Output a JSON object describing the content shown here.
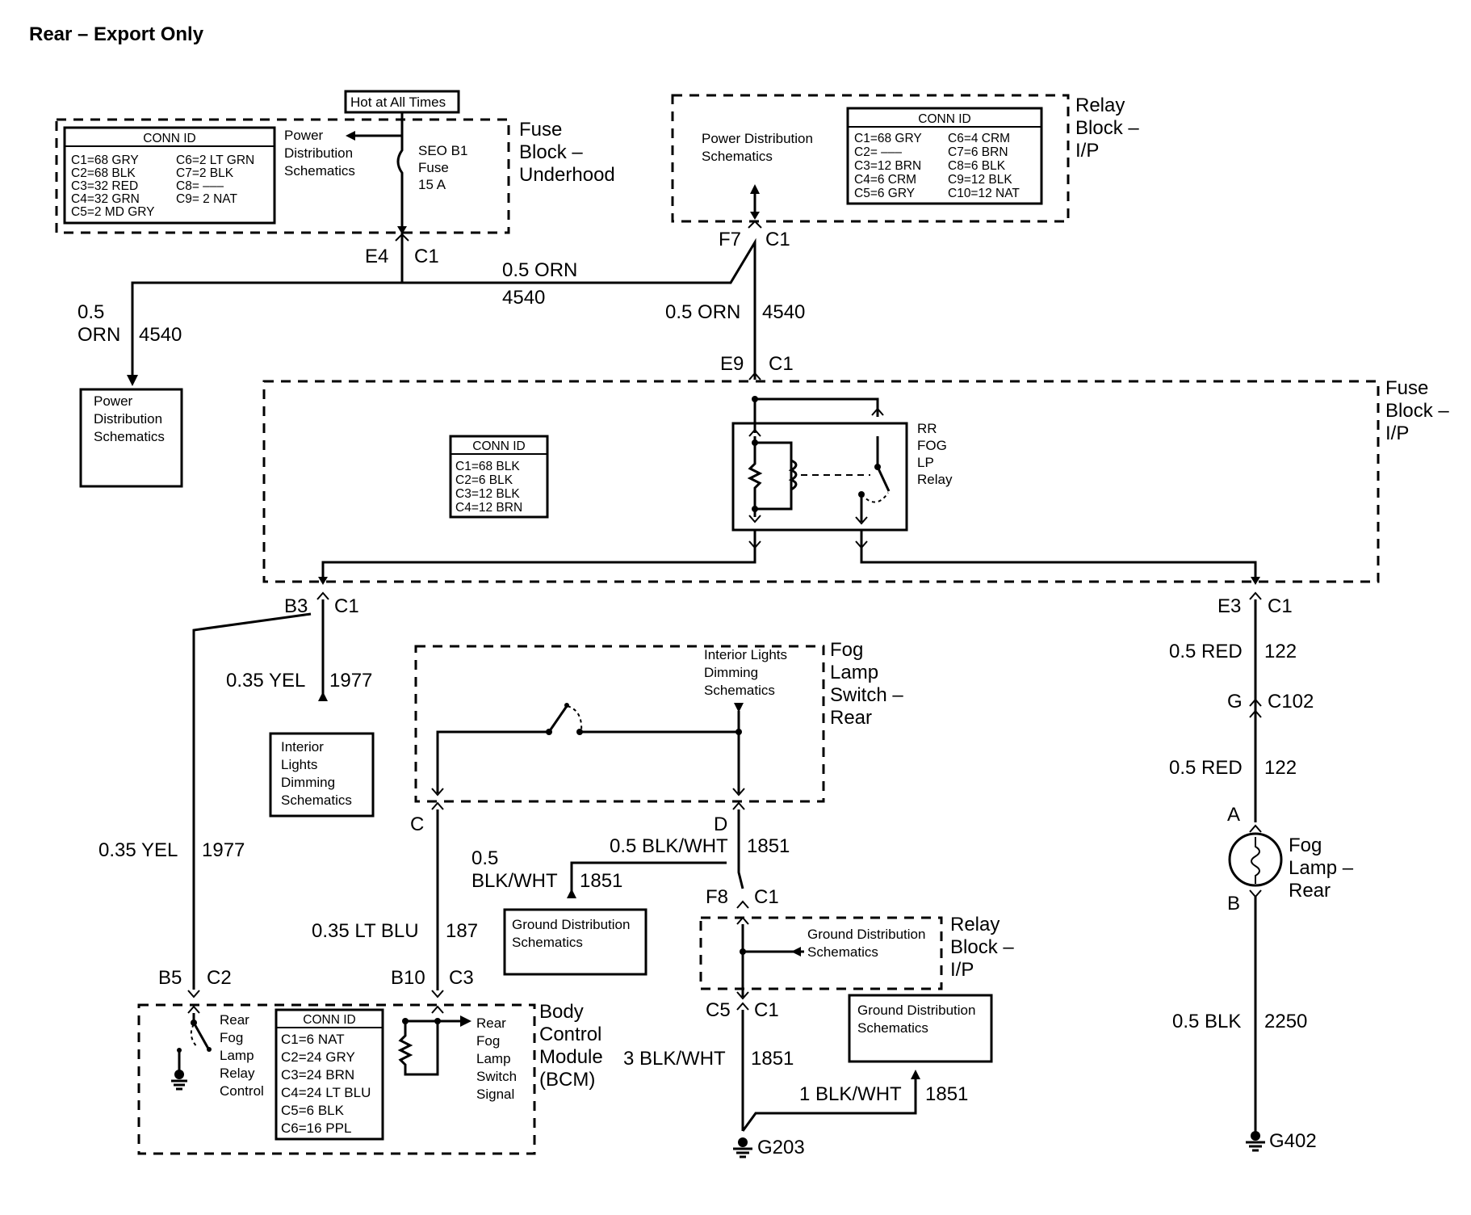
{
  "title": "Rear – Export Only",
  "hot_label": "Hot at All Times",
  "components": {
    "fuse_block_underhood": {
      "name": [
        "Fuse",
        "Block –",
        "Underhood"
      ],
      "conn_id_title": "CONN ID",
      "conn_col1": [
        "C1=68 GRY",
        "C2=68 BLK",
        "C3=32 RED",
        "C4=32 GRN",
        "C5=2 MD GRY"
      ],
      "conn_col2": [
        "C6=2 LT GRN",
        "C7=2 BLK",
        "C8= –––",
        "C9= 2 NAT"
      ],
      "pds_label": [
        "Power",
        "Distribution",
        "Schematics"
      ],
      "fuse_label": [
        "SEO B1",
        "Fuse",
        "15 A"
      ]
    },
    "relay_block_ip_top": {
      "name": [
        "Relay",
        "Block –",
        "I/P"
      ],
      "pds_label": [
        "Power Distribution",
        "Schematics"
      ],
      "conn_id_title": "CONN ID",
      "conn_col1": [
        "C1=68 GRY",
        "C2= –––",
        "C3=12 BRN",
        "C4=6 CRM",
        "C5=6 GRY"
      ],
      "conn_col2": [
        "C6=4 CRM",
        "C7=6 BRN",
        "C8=6 BLK",
        "C9=12 BLK",
        "C10=12 NAT"
      ]
    },
    "pds_left": [
      "Power",
      "Distribution",
      "Schematics"
    ],
    "fuse_block_ip": {
      "name": [
        "Fuse",
        "Block –",
        "I/P"
      ],
      "conn_id_title": "CONN ID",
      "conn_list": [
        "C1=68 BLK",
        "C2=6 BLK",
        "C3=12 BLK",
        "C4=12 BRN"
      ],
      "relay_label": [
        "RR",
        "FOG",
        "LP",
        "Relay"
      ]
    },
    "interior_lights_box": [
      "Interior",
      "Lights",
      "Dimming",
      "Schematics"
    ],
    "fog_lamp_switch": {
      "name": [
        "Fog",
        "Lamp",
        "Switch –",
        "Rear"
      ],
      "ild_label": [
        "Interior Lights",
        "Dimming",
        "Schematics"
      ]
    },
    "ground_dist_box1": [
      "Ground Distribution",
      "Schematics"
    ],
    "relay_block_ip_bottom": {
      "name": [
        "Relay",
        "Block –",
        "I/P"
      ],
      "gds_label": [
        "Ground Distribution",
        "Schematics"
      ]
    },
    "ground_dist_box2": [
      "Ground Distribution",
      "Schematics"
    ],
    "bcm": {
      "name": [
        "Body",
        "Control",
        "Module",
        "(BCM)"
      ],
      "relay_ctrl_label": [
        "Rear",
        "Fog",
        "Lamp",
        "Relay",
        "Control"
      ],
      "conn_id_title": "CONN ID",
      "conn_list": [
        "C1=6 NAT",
        "C2=24 GRY",
        "C3=24 BRN",
        "C4=24 LT BLU",
        "C5=6 BLK",
        "C6=16 PPL"
      ],
      "switch_signal_label": [
        "Rear",
        "Fog",
        "Lamp",
        "Switch",
        "Signal"
      ]
    },
    "fog_lamp_rear": [
      "Fog",
      "Lamp –",
      "Rear"
    ]
  },
  "connectors": {
    "e4": "E4",
    "e4_c": "C1",
    "f7": "F7",
    "f7_c": "C1",
    "e9": "E9",
    "e9_c": "C1",
    "b3": "B3",
    "b3_c": "C1",
    "e3": "E3",
    "e3_c": "C1",
    "g": "G",
    "g_c": "C102",
    "a": "A",
    "b": "B",
    "c": "C",
    "d": "D",
    "f8": "F8",
    "f8_c": "C1",
    "c5": "C5",
    "c5_c": "C1",
    "b5": "B5",
    "b5_c": "C2",
    "b10": "B10",
    "b10_c": "C3"
  },
  "wires": {
    "w1_gauge": "0.5 ORN",
    "w1_circuit": "4540",
    "w2_gauge": [
      "0.5",
      "ORN"
    ],
    "w2_circuit": "4540",
    "w3_gauge": "0.5 ORN",
    "w3_circuit": "4540",
    "w4_gauge": "0.35 YEL",
    "w4_circuit": "1977",
    "w5_gauge": "0.35 YEL",
    "w5_circuit": "1977",
    "w6_gauge": "0.5 RED",
    "w6_circuit": "122",
    "w7_gauge": "0.5 RED",
    "w7_circuit": "122",
    "w8_gauge": "0.5 BLK/WHT",
    "w8_circuit": "1851",
    "w9_gauge": [
      "0.5",
      "BLK/WHT"
    ],
    "w9_circuit": "1851",
    "w10_gauge": "0.35 LT BLU",
    "w10_circuit": "187",
    "w11_gauge": "3 BLK/WHT",
    "w11_circuit": "1851",
    "w12_gauge": "1 BLK/WHT",
    "w12_circuit": "1851",
    "w13_gauge": "0.5 BLK",
    "w13_circuit": "2250"
  },
  "grounds": {
    "g203": "G203",
    "g402": "G402"
  }
}
